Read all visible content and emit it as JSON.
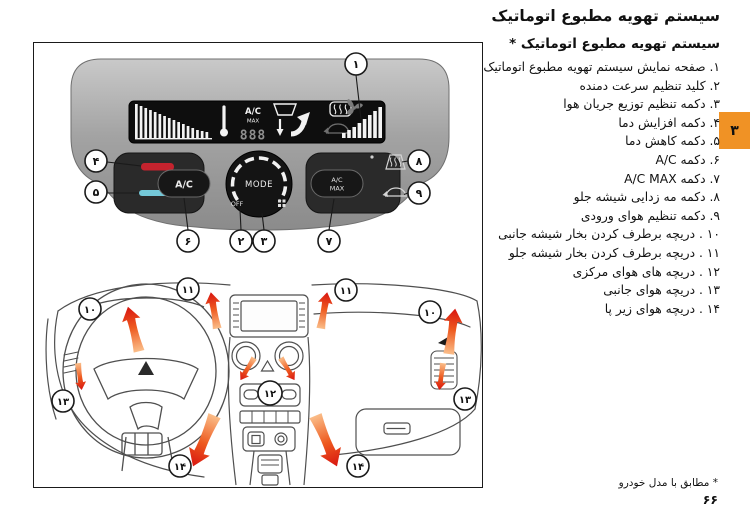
{
  "content": {
    "title": "سیستم تهویه مطبوع اتوماتیک",
    "subtitle": "سیستم تهویه مطبوع اتوماتیک *",
    "items": [
      "۱. صفحه نمایش سیستم تهویه مطبوع اتوماتیک",
      "۲. کلید تنظیم سرعت دمنده",
      "۳. دکمه تنظیم توزیع جریان هوا",
      "۴. دکمه افزایش دما",
      "۵. دکمه کاهش دما",
      "۶. دکمه A/C",
      "۷. دکمه A/C MAX",
      "۸. دکمه مه زدایی شیشه جلو",
      "۹. دکمه تنظیم هوای ورودی",
      "۱۰ . دریچه برطرف کردن بخار شیشه جانبی",
      "۱۱ . دریچه برطرف کردن بخار شیشه جلو",
      "۱۲ . دریچه های هوای مرکزی",
      "۱۳ . دریچه هوای جانبی",
      "۱۴ . دریچه هوای زیر پا"
    ],
    "footnote": "* مطابق با مدل خودرو",
    "page_number": "۶۶"
  },
  "section_tab": {
    "label": "۳",
    "color": "#F09225"
  },
  "figure": {
    "callouts": [
      "۱",
      "۲",
      "۳",
      "۴",
      "۵",
      "۶",
      "۷",
      "۸",
      "۹",
      "۱۰",
      "۱۱",
      "۱۲",
      "۱۳",
      "۱۴"
    ],
    "panel": {
      "display_ac_label": "A/C",
      "display_max_label": "MAX",
      "display_digits": "888",
      "mode_label": "MODE",
      "off_label": "OFF",
      "ac_button_label": "A/C",
      "acmax_button_line1": "A/C",
      "acmax_button_line2": "MAX"
    },
    "colors": {
      "heat_bar": "#C4232E",
      "cool_bar": "#74C8D8",
      "arrow_head_red": "#D81510",
      "arrow_tail_orange": "#FBC490",
      "panel_gray": "#A8A8A8"
    }
  }
}
